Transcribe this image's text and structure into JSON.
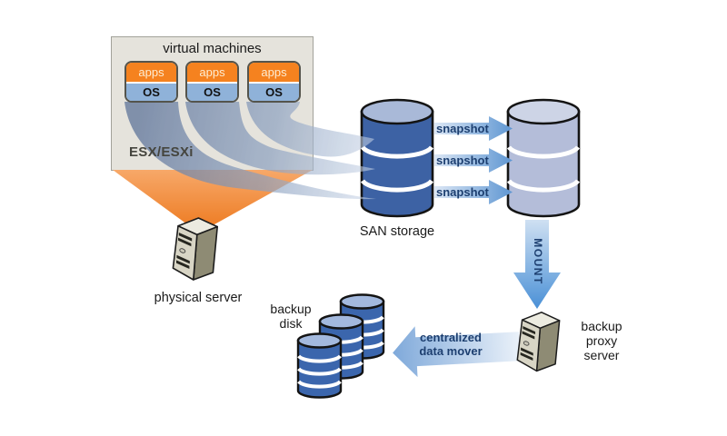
{
  "diagram": {
    "vm_group": {
      "title": "virtual machines",
      "host_label": "ESX/ESXi",
      "vms": [
        {
          "top": "apps",
          "bottom": "OS"
        },
        {
          "top": "apps",
          "bottom": "OS"
        },
        {
          "top": "apps",
          "bottom": "OS"
        }
      ]
    },
    "physical_server": {
      "label": "physical server"
    },
    "san_storage": {
      "label": "SAN storage"
    },
    "snapshots": [
      "snapshot",
      "snapshot",
      "snapshot"
    ],
    "mount": {
      "label": "MOUNT"
    },
    "backup_proxy": {
      "lines": [
        "backup",
        "proxy",
        "server"
      ]
    },
    "data_mover": {
      "lines": [
        "centralized",
        "data mover"
      ]
    },
    "backup_disk": {
      "lines": [
        "backup",
        "disk"
      ]
    },
    "colors": {
      "apps_orange": "#f5821f",
      "os_blue": "#8fb2d9",
      "esx_box_bg": "#e5e3dc",
      "beam_orange": "#ee7f28",
      "san_cylinder_body": "#3d62a4",
      "san_cylinder_top": "#a9b9d8",
      "snapshot_cylinder_body": "#b4bdd9",
      "snapshot_cylinder_top": "#cdd4e6",
      "disk_cylinder_body": "#3b66ad",
      "disk_cylinder_top": "#a3b9de",
      "arrow_blue": "#5e96d2",
      "label_navy": "#1d3f70",
      "server_front": "#d8d5c5",
      "server_side": "#8e8b74"
    }
  }
}
